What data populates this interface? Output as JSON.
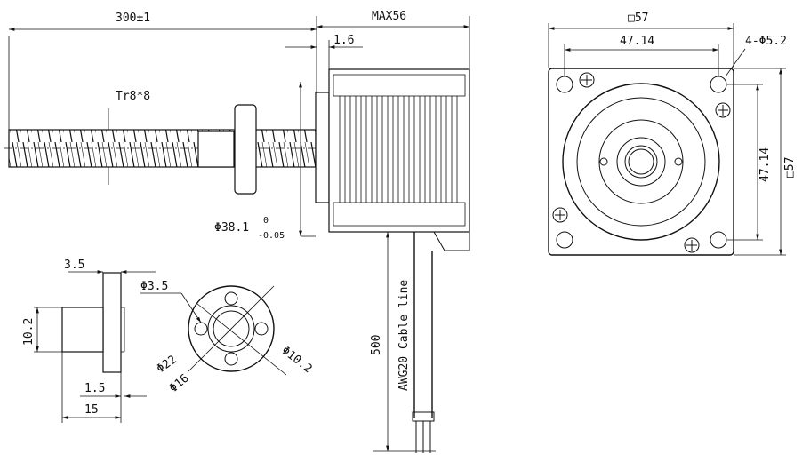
{
  "dimensions": {
    "total_length": "300±1",
    "motor_length": "MAX56",
    "flange_thickness": "1.6",
    "screw_thread": "Tr8*8",
    "pilot_diameter_main": "Φ38.1",
    "pilot_tol_upper": "0",
    "pilot_tol_lower": "-0.05",
    "cable_length": "500",
    "cable_label": "AWG20 Cable line",
    "frame_width": "□57",
    "frame_height": "□57",
    "hole_spacing_h": "47.14",
    "hole_spacing_v": "47.14",
    "mount_holes": "4-Φ5.2",
    "nut_flange_thk": "3.5",
    "nut_body_dia": "10.2",
    "nut_flange_step": "1.5",
    "nut_length": "15",
    "nut_hole_dia": "Φ3.5",
    "nut_pcd": "Φ22",
    "nut_outer": "Φ16",
    "nut_bore": "Φ10.2"
  }
}
